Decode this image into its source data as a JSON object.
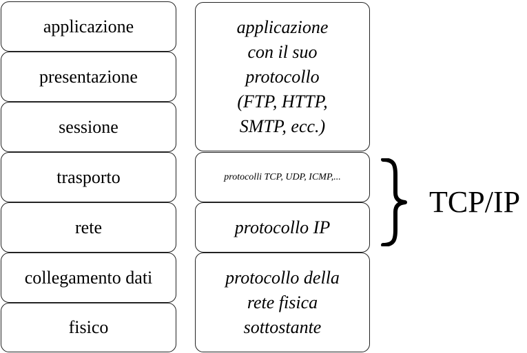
{
  "osi_layers": [
    "applicazione",
    "presentazione",
    "sessione",
    "trasporto",
    "rete",
    "collegamento dati",
    "fisico"
  ],
  "tcpip_layers": {
    "application": [
      "applicazione",
      "con il suo",
      "protocollo",
      "(FTP, HTTP,",
      "SMTP, ecc.)"
    ],
    "transport": "protocolli TCP, UDP, ICMP,...",
    "network": "protocollo IP",
    "physical": [
      "protocollo della",
      "rete fisica",
      "sottostante"
    ]
  },
  "suite_label": "TCP/IP"
}
